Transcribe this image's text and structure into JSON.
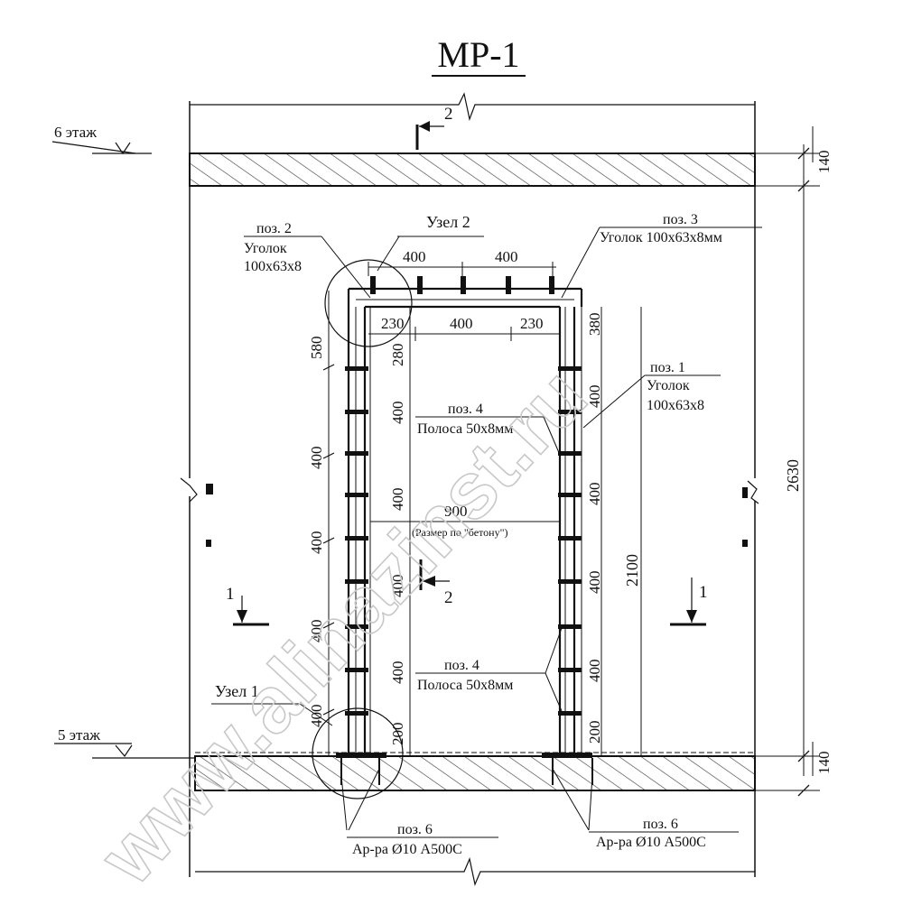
{
  "title": "МР-1",
  "levels": {
    "upper": "6 этаж",
    "lower": "5 этаж"
  },
  "section_marks": {
    "s1": "1",
    "s2": "2"
  },
  "nodes": {
    "node1": "Узел 1",
    "node2": "Узел 2"
  },
  "callouts": {
    "pos2": {
      "pos": "поз. 2",
      "name": "Уголок",
      "size": "100х63х8"
    },
    "pos3": {
      "pos": "поз. 3",
      "name": "Уголок 100х63х8мм"
    },
    "pos1": {
      "pos": "поз. 1",
      "name": "Уголок",
      "size": "100х63х8"
    },
    "pos4a": {
      "pos": "поз. 4",
      "name": "Полоса 50х8мм"
    },
    "pos4b": {
      "pos": "поз. 4",
      "name": "Полоса 50х8мм"
    },
    "pos6a": {
      "pos": "поз. 6",
      "name": "Ар-ра Ø10 А500С"
    },
    "pos6b": {
      "pos": "поз. 6",
      "name": "Ар-ра Ø10 А500С"
    }
  },
  "dimensions": {
    "top_a": "400",
    "top_b": "400",
    "top_inner_l": "230",
    "top_inner_c": "400",
    "top_inner_r": "230",
    "left_outer": [
      "580",
      "400",
      "400",
      "400",
      "400"
    ],
    "left_inner": [
      "280",
      "400",
      "400",
      "400",
      "400",
      "200"
    ],
    "right_inner": [
      "380",
      "400",
      "400",
      "400",
      "400",
      "200"
    ],
    "opening_width": "900",
    "opening_note": "(Размер по \"бетону\")",
    "opening_height": "2100",
    "floor_height": "2630",
    "slab_upper": "140",
    "slab_lower": "140"
  },
  "watermark": "www.alinazinst.ru"
}
